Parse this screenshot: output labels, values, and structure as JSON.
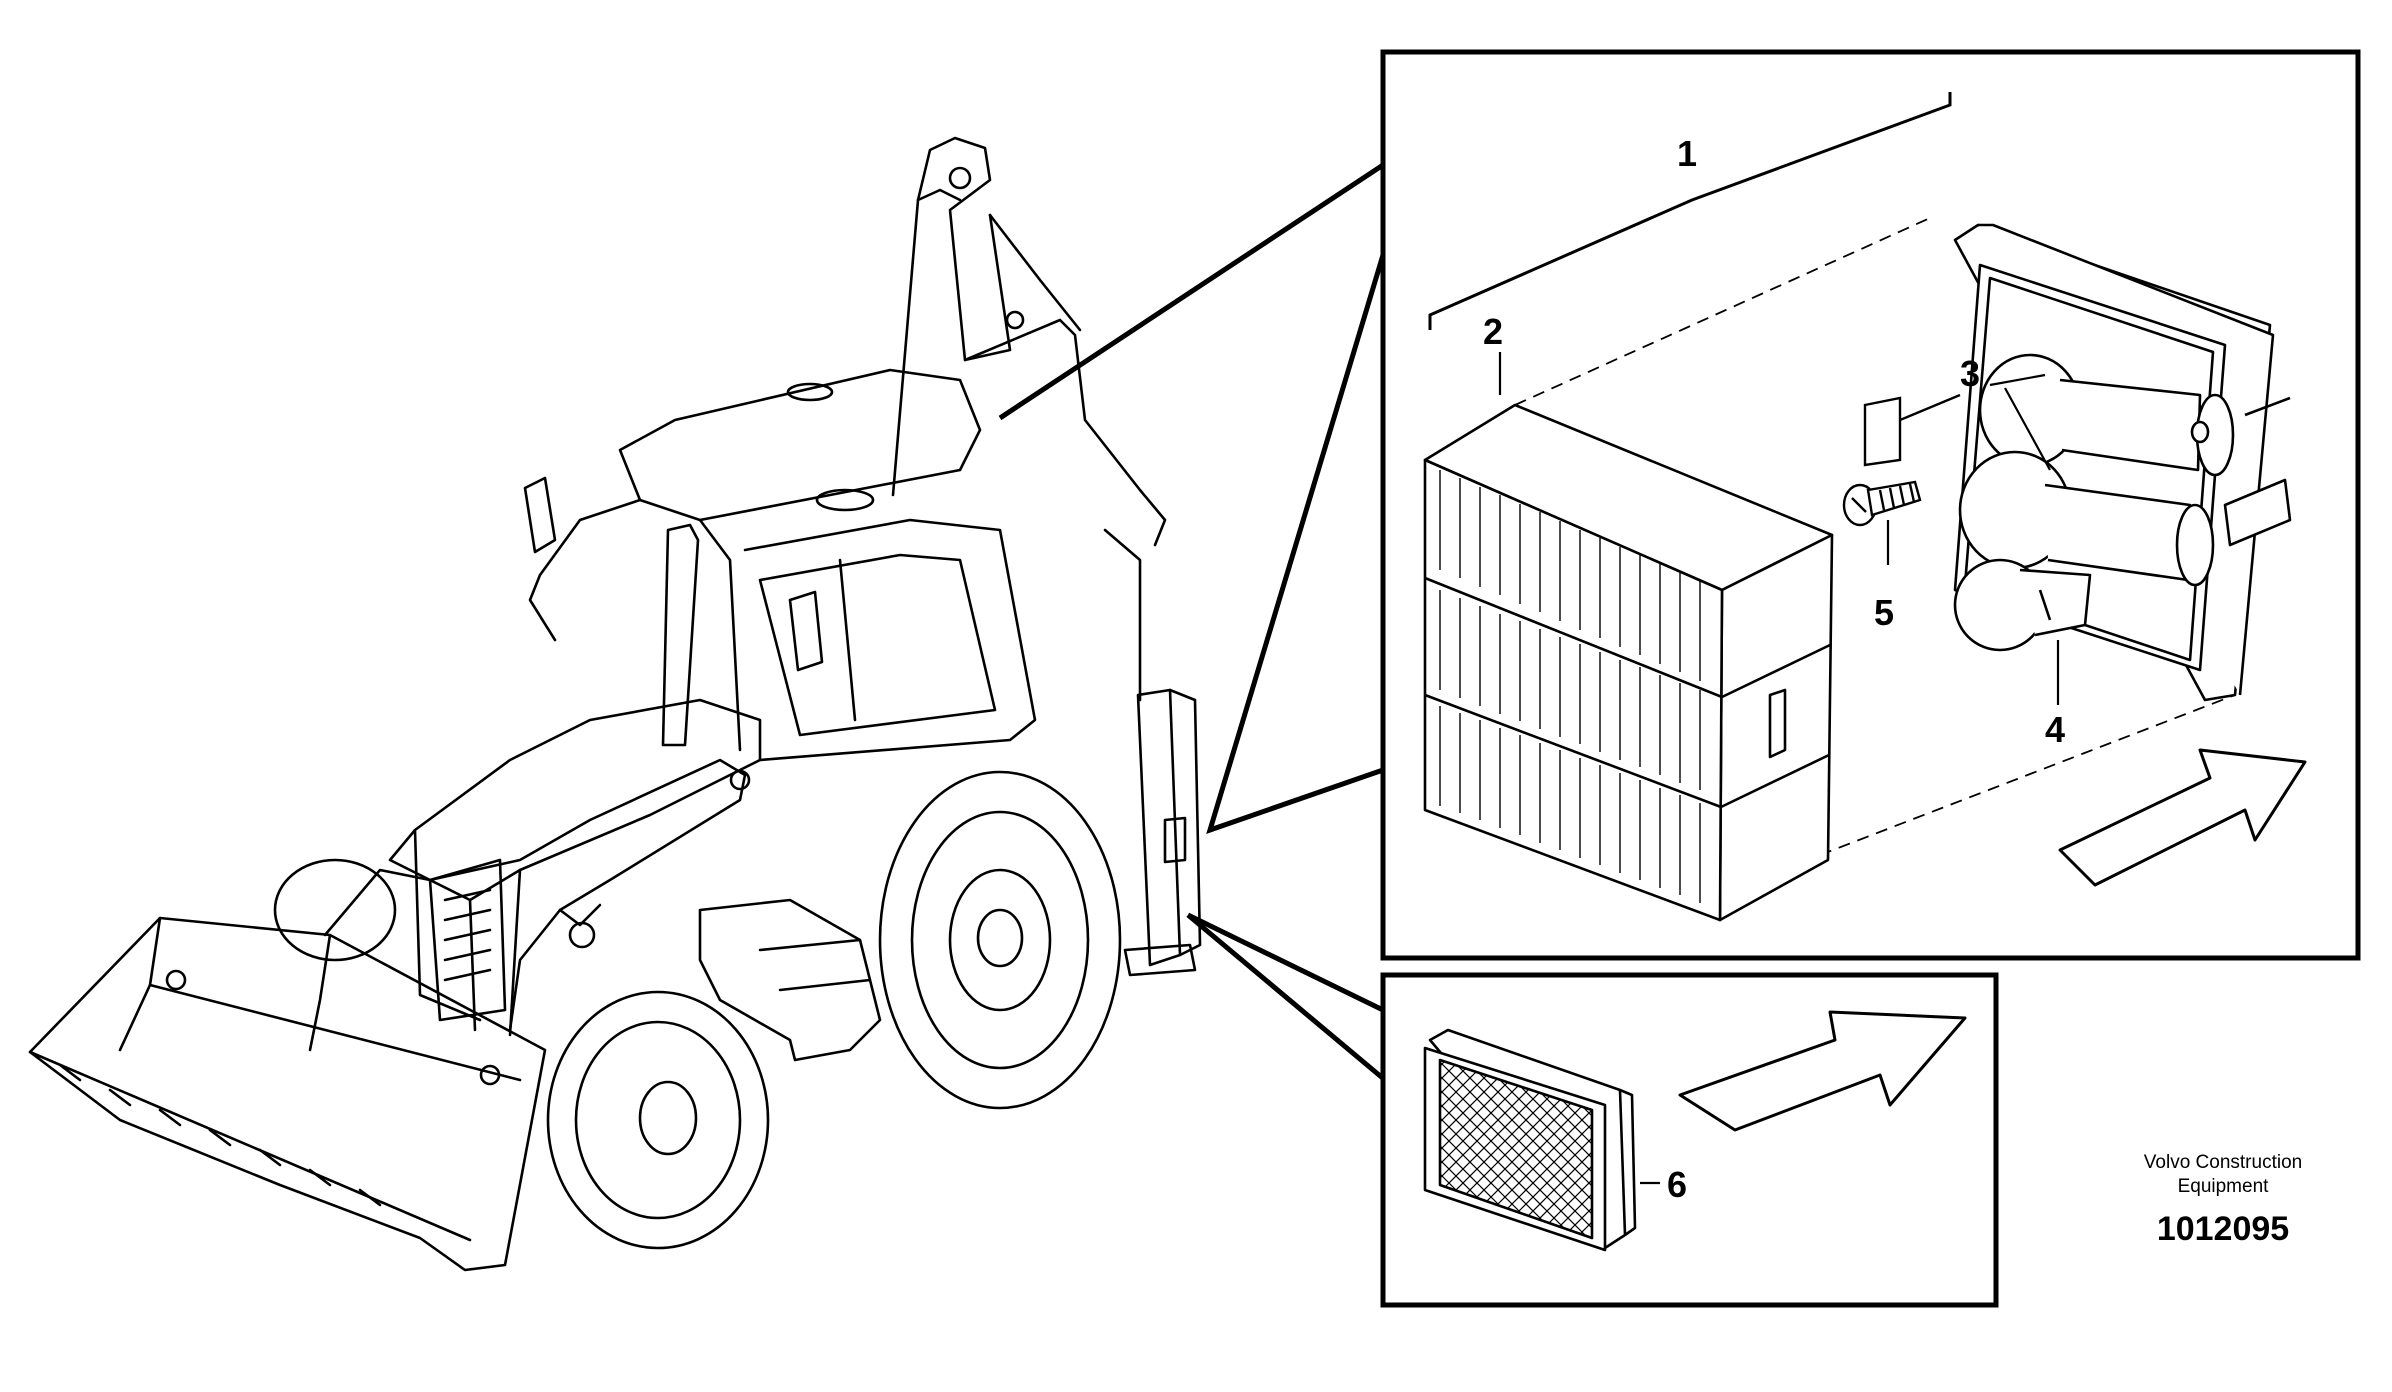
{
  "callouts": {
    "c1": "1",
    "c2": "2",
    "c3": "3",
    "c4": "4",
    "c5": "5",
    "c6": "6"
  },
  "footer": {
    "brand_line1": "Volvo Construction",
    "brand_line2": "Equipment",
    "doc_number": "1012095"
  }
}
